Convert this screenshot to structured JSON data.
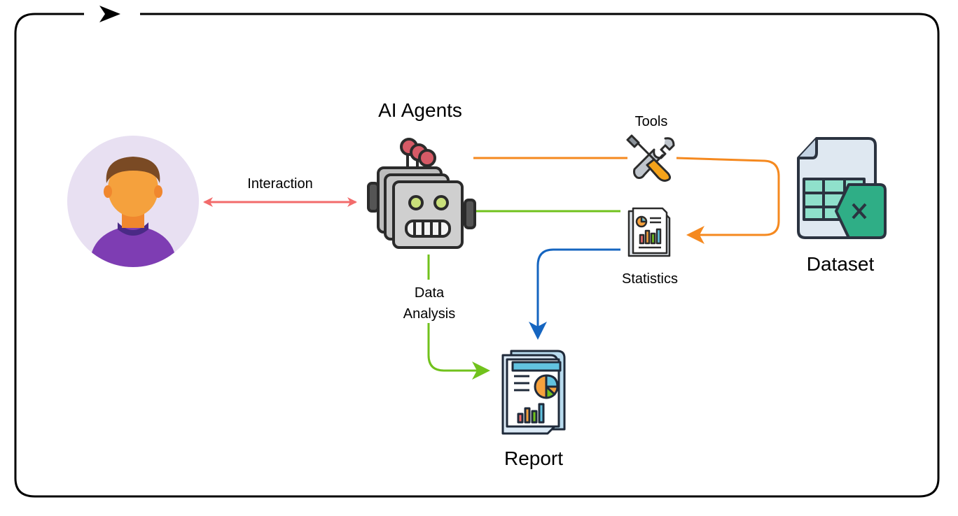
{
  "nodes": {
    "agents": "AI Agents",
    "dataset": "Dataset",
    "report": "Report",
    "tools": "Tools",
    "statistics": "Statistics"
  },
  "edges": {
    "interaction": "Interaction",
    "data_analysis_1": "Data",
    "data_analysis_2": "Analysis"
  },
  "colors": {
    "frame": "#000000",
    "interaction": "#f26b6b",
    "tools_flow": "#f5891f",
    "analysis_flow": "#71c21c",
    "stats_flow": "#1565c0"
  },
  "icons": {
    "user": "user-avatar-icon",
    "agents": "robot-group-icon",
    "tools": "tools-icon",
    "statistics": "statistics-document-icon",
    "dataset": "spreadsheet-file-icon",
    "report": "report-document-icon"
  }
}
